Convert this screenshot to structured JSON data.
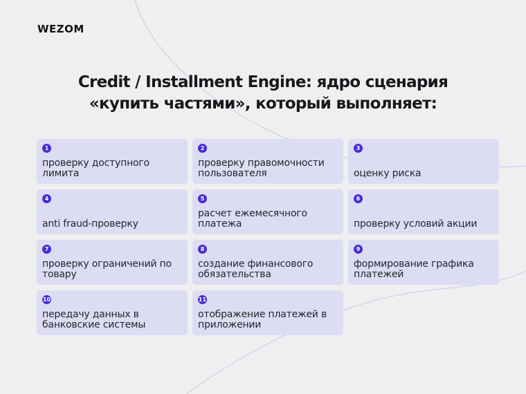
{
  "brand": {
    "logo": "WEZOM"
  },
  "title": {
    "line1": "Credit / Installment Engine: ядро сценария",
    "line2": "«купить частями», который выполняет:"
  },
  "items": [
    {
      "num": "1",
      "text": "проверку доступного лимита"
    },
    {
      "num": "2",
      "text": "проверку правомочности пользователя"
    },
    {
      "num": "3",
      "text": "оценку риска"
    },
    {
      "num": "4",
      "text": "anti fraud-проверку"
    },
    {
      "num": "5",
      "text": "расчет ежемесячного платежа"
    },
    {
      "num": "6",
      "text": "проверку условий акции"
    },
    {
      "num": "7",
      "text": "проверку ограничений по товару"
    },
    {
      "num": "8",
      "text": "создание финансового обязательства"
    },
    {
      "num": "9",
      "text": "формирование графика платежей"
    },
    {
      "num": "10",
      "text": "передачу данных в банковские системы"
    },
    {
      "num": "11",
      "text": "отображение платежей в приложении"
    }
  ],
  "colors": {
    "background": "#efeff0",
    "card": "#dcdcf3",
    "accent": "#4a2bd6",
    "decor_line": "#c9c7ee"
  }
}
